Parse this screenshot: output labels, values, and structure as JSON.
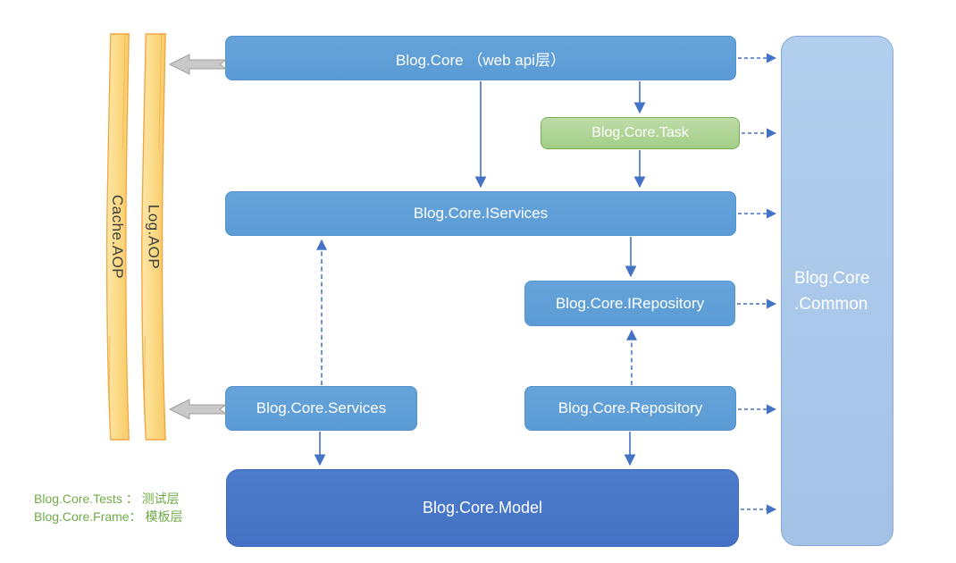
{
  "diagram": {
    "title_implicit": "Blog.Core architecture layers",
    "nodes": {
      "blog_core": {
        "label": "Blog.Core （web api层）"
      },
      "task": {
        "label": "Blog.Core.Task"
      },
      "iservices": {
        "label": "Blog.Core.IServices"
      },
      "irepository": {
        "label": "Blog.Core.IRepository"
      },
      "services": {
        "label": "Blog.Core.Services"
      },
      "repository": {
        "label": "Blog.Core.Repository"
      },
      "model": {
        "label": "Blog.Core.Model"
      },
      "common": {
        "line1": "Blog.Core",
        "line2": ".Common"
      }
    },
    "ribbons": {
      "cache": {
        "label": "Cache.AOP"
      },
      "log": {
        "label": "Log.AOP"
      }
    },
    "notes": {
      "line1": "Blog.Core.Tests ： 测试层",
      "line2": "Blog.Core.Frame： 模板层"
    },
    "colors": {
      "box_blue": "#5B9BD5",
      "model_blue": "#4472C4",
      "common_light_blue": "#A9C6E8",
      "task_green": "#A3CE87",
      "ribbon_gold": "#FBD882",
      "ribbon_border": "#EFA743",
      "connector_blue": "#4472C4",
      "gray_arrow": "#C9C9C9",
      "note_green": "#6FAC47"
    }
  }
}
